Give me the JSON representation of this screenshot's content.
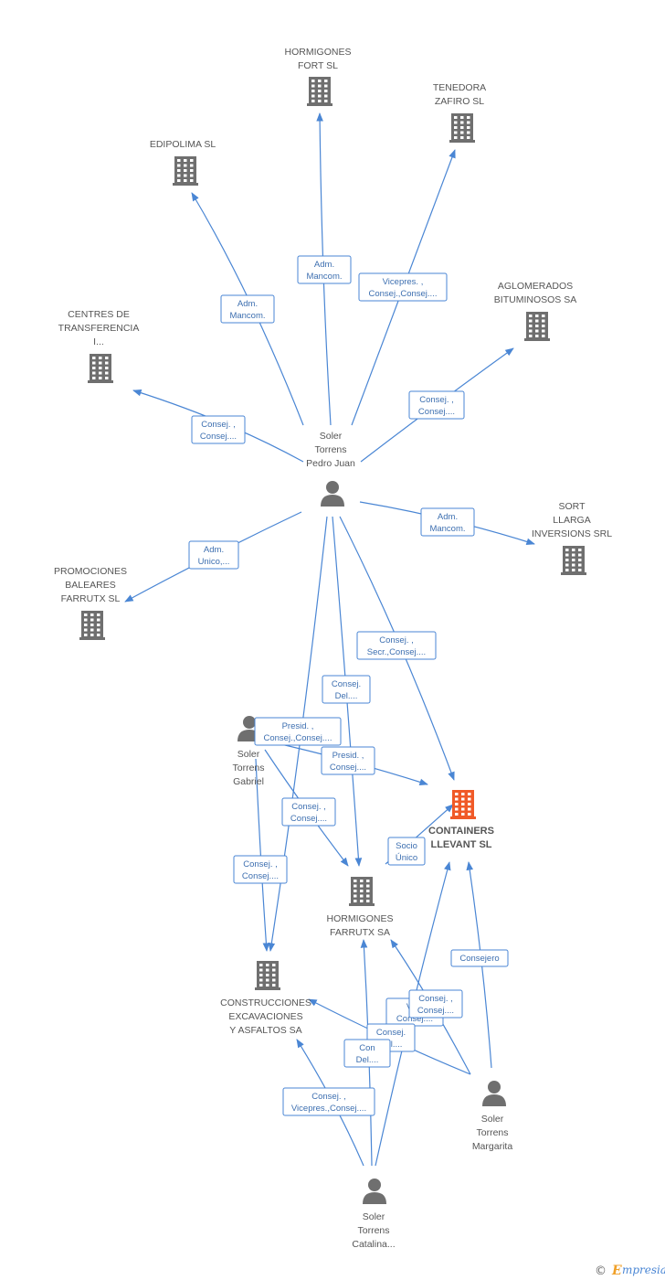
{
  "nodes": {
    "hormigones_fort": {
      "type": "company",
      "label": [
        "HORMIGONES",
        "FORT SL"
      ]
    },
    "tenedora_zafiro": {
      "type": "company",
      "label": [
        "TENEDORA",
        "ZAFIRO SL"
      ]
    },
    "edipolima": {
      "type": "company",
      "label": [
        "EDIPOLIMA SL"
      ]
    },
    "aglomerados": {
      "type": "company",
      "label": [
        "AGLOMERADOS",
        "BITUMINOSOS SA"
      ]
    },
    "centres": {
      "type": "company",
      "label": [
        "CENTRES DE",
        "TRANSFERENCIA",
        "I..."
      ]
    },
    "sort_llarga": {
      "type": "company",
      "label": [
        "SORT",
        "LLARGA",
        "INVERSIONS SRL"
      ]
    },
    "promociones": {
      "type": "company",
      "label": [
        "PROMOCIONES",
        "BALEARES",
        "FARRUTX SL"
      ]
    },
    "containers": {
      "type": "company",
      "main": true,
      "label": [
        "CONTAINERS",
        "LLEVANT SL"
      ]
    },
    "hormigones_farrutx": {
      "type": "company",
      "label": [
        "HORMIGONES",
        "FARRUTX SA"
      ]
    },
    "construcciones": {
      "type": "company",
      "label": [
        "CONSTRUCCIONES",
        "EXCAVACIONES",
        "Y ASFALTOS SA"
      ]
    },
    "pedro_juan": {
      "type": "person",
      "label": [
        "Soler",
        "Torrens",
        "Pedro Juan"
      ]
    },
    "gabriel": {
      "type": "person",
      "label": [
        "Soler",
        "Torrens",
        "Gabriel"
      ]
    },
    "margarita": {
      "type": "person",
      "label": [
        "Soler",
        "Torrens",
        "Margarita"
      ]
    },
    "catalina": {
      "type": "person",
      "label": [
        "Soler",
        "Torrens",
        "Catalina..."
      ]
    }
  },
  "relations": [
    {
      "from": "pedro_juan",
      "to": "hormigones_fort",
      "label": [
        "Adm.",
        "Mancom."
      ]
    },
    {
      "from": "pedro_juan",
      "to": "edipolima",
      "label": [
        "Adm.",
        "Mancom."
      ]
    },
    {
      "from": "pedro_juan",
      "to": "tenedora_zafiro",
      "label": [
        "Vicepres. ,",
        "Consej.,Consej...."
      ]
    },
    {
      "from": "pedro_juan",
      "to": "aglomerados",
      "label": [
        "Consej. ,",
        "Consej...."
      ]
    },
    {
      "from": "pedro_juan",
      "to": "centres",
      "label": [
        "Consej. ,",
        "Consej...."
      ]
    },
    {
      "from": "pedro_juan",
      "to": "sort_llarga",
      "label": [
        "Adm.",
        "Mancom."
      ]
    },
    {
      "from": "pedro_juan",
      "to": "promociones",
      "label": [
        "Adm.",
        "Unico,..."
      ]
    },
    {
      "from": "pedro_juan",
      "to": "containers",
      "label": [
        "Consej. ,",
        "Secr.,Consej...."
      ]
    },
    {
      "from": "pedro_juan",
      "to": "hormigones_farrutx",
      "label": [
        "Consej.",
        "Del...."
      ]
    },
    {
      "from": "pedro_juan",
      "to": "construcciones",
      "label": [
        "Presid. ,",
        "Consej.,Consej...."
      ]
    },
    {
      "from": "gabriel",
      "to": "containers",
      "label": [
        "Presid. ,",
        "Consej...."
      ]
    },
    {
      "from": "gabriel",
      "to": "hormigones_farrutx",
      "label": [
        "Consej. ,",
        "Consej...."
      ]
    },
    {
      "from": "gabriel",
      "to": "construcciones",
      "label": [
        "Consej. ,",
        "Consej...."
      ]
    },
    {
      "from": "hormigones_farrutx",
      "to": "containers",
      "label": [
        "Socio",
        "Único"
      ]
    },
    {
      "from": "margarita",
      "to": "containers",
      "label": [
        "Consejero"
      ]
    },
    {
      "from": "margarita",
      "to": "hormigones_farrutx",
      "label": [
        "Vice",
        "Consej...."
      ]
    },
    {
      "from": "margarita",
      "to": "construcciones",
      "label": [
        "Consej.",
        "Del...."
      ]
    },
    {
      "from": "catalina",
      "to": "containers",
      "label": [
        "Consej. ,",
        "Consej...."
      ]
    },
    {
      "from": "catalina",
      "to": "hormigones_farrutx",
      "label": [
        "Con",
        "Del...."
      ]
    },
    {
      "from": "catalina",
      "to": "construcciones",
      "label": [
        "Consej. ,",
        "Vicepres.,Consej...."
      ]
    }
  ],
  "footer": {
    "copyright": "©",
    "brand_initial": "E",
    "brand_rest": "mpresia"
  },
  "colors": {
    "edge": "#4a86d4",
    "main_company": "#f05a28",
    "node": "#6f6f6f"
  }
}
